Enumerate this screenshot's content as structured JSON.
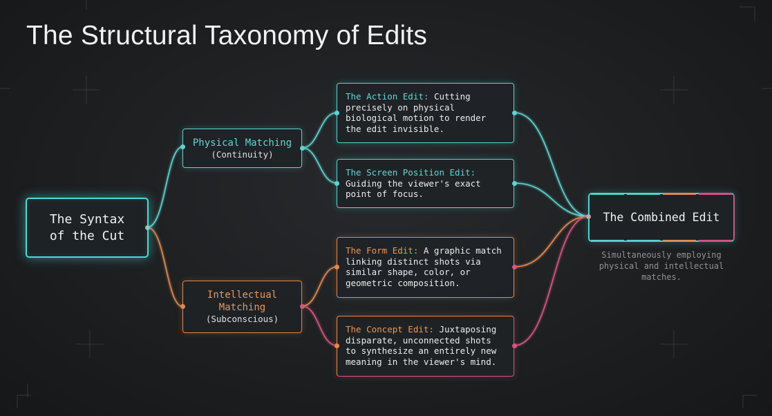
{
  "title": "The Structural Taxonomy of Edits",
  "colors": {
    "cyan": "#5fd3d0",
    "orange": "#e0894f",
    "magenta": "#d8567e",
    "background": "#1d1f21"
  },
  "root": {
    "line1": "The Syntax",
    "line2": "of the Cut"
  },
  "physical": {
    "heading": "Physical Matching",
    "sub": "(Continuity)"
  },
  "intellectual": {
    "heading_line1": "Intellectual",
    "heading_line2": "Matching",
    "sub": "(Subconscious)"
  },
  "leaves": {
    "action": {
      "label": "The Action Edit:",
      "text": " Cutting precisely on physical biological motion to render the edit invisible."
    },
    "screen": {
      "label": "The Screen Position Edit:",
      "text": " Guiding the viewer's exact point of focus."
    },
    "form": {
      "label": "The Form Edit:",
      "text": " A graphic match linking distinct shots via similar shape, color, or geometric composition."
    },
    "concept": {
      "label": "The Concept Edit:",
      "text": " Juxtaposing disparate, unconnected shots to synthesize an entirely new meaning in the viewer's mind."
    }
  },
  "combined": {
    "label": "The Combined Edit",
    "caption": "Simultaneously employing physical and intellectual matches."
  }
}
